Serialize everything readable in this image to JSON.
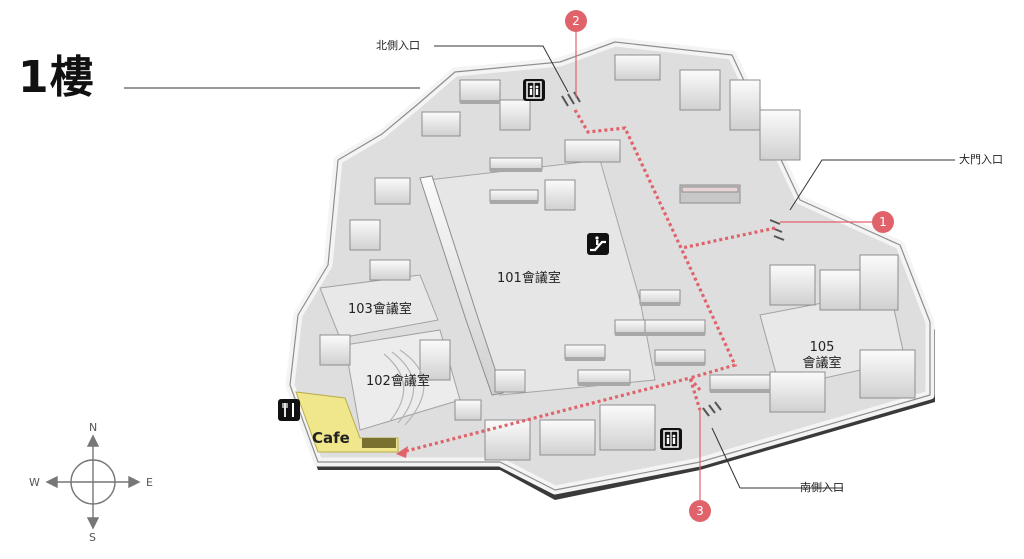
{
  "floor": {
    "title": "1樓"
  },
  "entrances": {
    "north": "北側入口",
    "main": "大門入口",
    "south": "南側入口"
  },
  "markers": [
    "1",
    "2",
    "3"
  ],
  "rooms": {
    "room_101": "101會議室",
    "room_103": "103會議室",
    "room_102": "102會議室",
    "room_105_number": "105",
    "room_105_name": "會議室",
    "cafe": "Cafe"
  },
  "icons": {
    "elevator": "elevator-icon",
    "escalator": "escalator-icon",
    "restaurant": "fork-knife-icon"
  },
  "compass": {
    "n": "N",
    "e": "E",
    "s": "S",
    "w": "W"
  },
  "colors": {
    "route": "#e0636b",
    "cafe": "#f0e68c",
    "floor": "#dedede",
    "wall_top": "#f7f7f7",
    "wall_side": "#9a9a9a",
    "base": "#3a3a3a"
  }
}
